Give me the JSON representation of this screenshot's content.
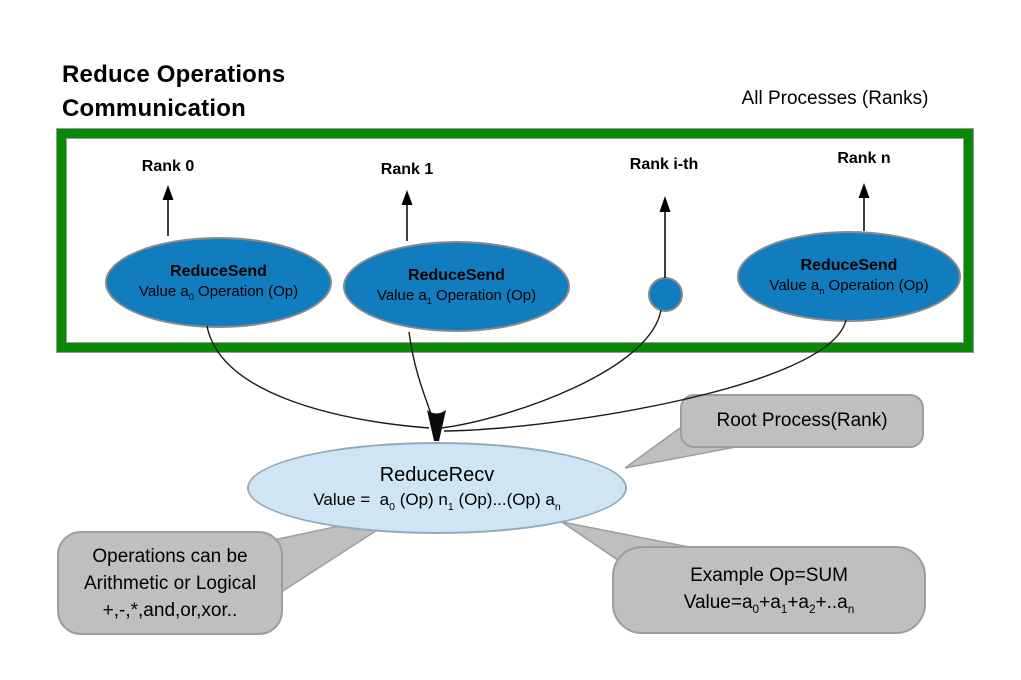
{
  "title": {
    "line1": "Reduce Operations",
    "line2": "Communication"
  },
  "labels": {
    "all_processes": "All Processes (Ranks)"
  },
  "ranks": [
    {
      "label": "Rank 0"
    },
    {
      "label": "Rank 1"
    },
    {
      "label": "Rank i-th"
    },
    {
      "label": "Rank n"
    }
  ],
  "senders": [
    {
      "title": "ReduceSend",
      "value_parts": [
        "Value a",
        "0",
        " Operation (Op)"
      ]
    },
    {
      "title": "ReduceSend",
      "value_parts": [
        "Value a",
        "1",
        " Operation (Op)"
      ]
    },
    {
      "title": "ReduceSend",
      "value_parts": [
        "Value a",
        "n",
        " Operation (Op)"
      ]
    }
  ],
  "receiver": {
    "title": "ReduceRecv",
    "value_parts": [
      "Value =  a",
      "0",
      " (Op) n",
      "1",
      " (Op)...(Op) a",
      "n"
    ]
  },
  "callouts": {
    "root": {
      "text": "Root Process(Rank)"
    },
    "operations": {
      "lines": [
        "Operations can be",
        "Arithmetic or Logical",
        "+,-,*,and,or,xor.."
      ]
    },
    "example": {
      "line1": "Example Op=SUM",
      "value_parts": [
        "Value=a",
        "0",
        "+a",
        "1",
        "+a",
        "2",
        "+..a",
        "n"
      ]
    }
  },
  "colors": {
    "sender_fill": "#117cbe",
    "sender_border": "#8a8a8a",
    "receiver_fill": "#cfe5f3",
    "green_border": "#088a08",
    "callout_fill": "#bfbfbf",
    "arrow": "#000000"
  }
}
